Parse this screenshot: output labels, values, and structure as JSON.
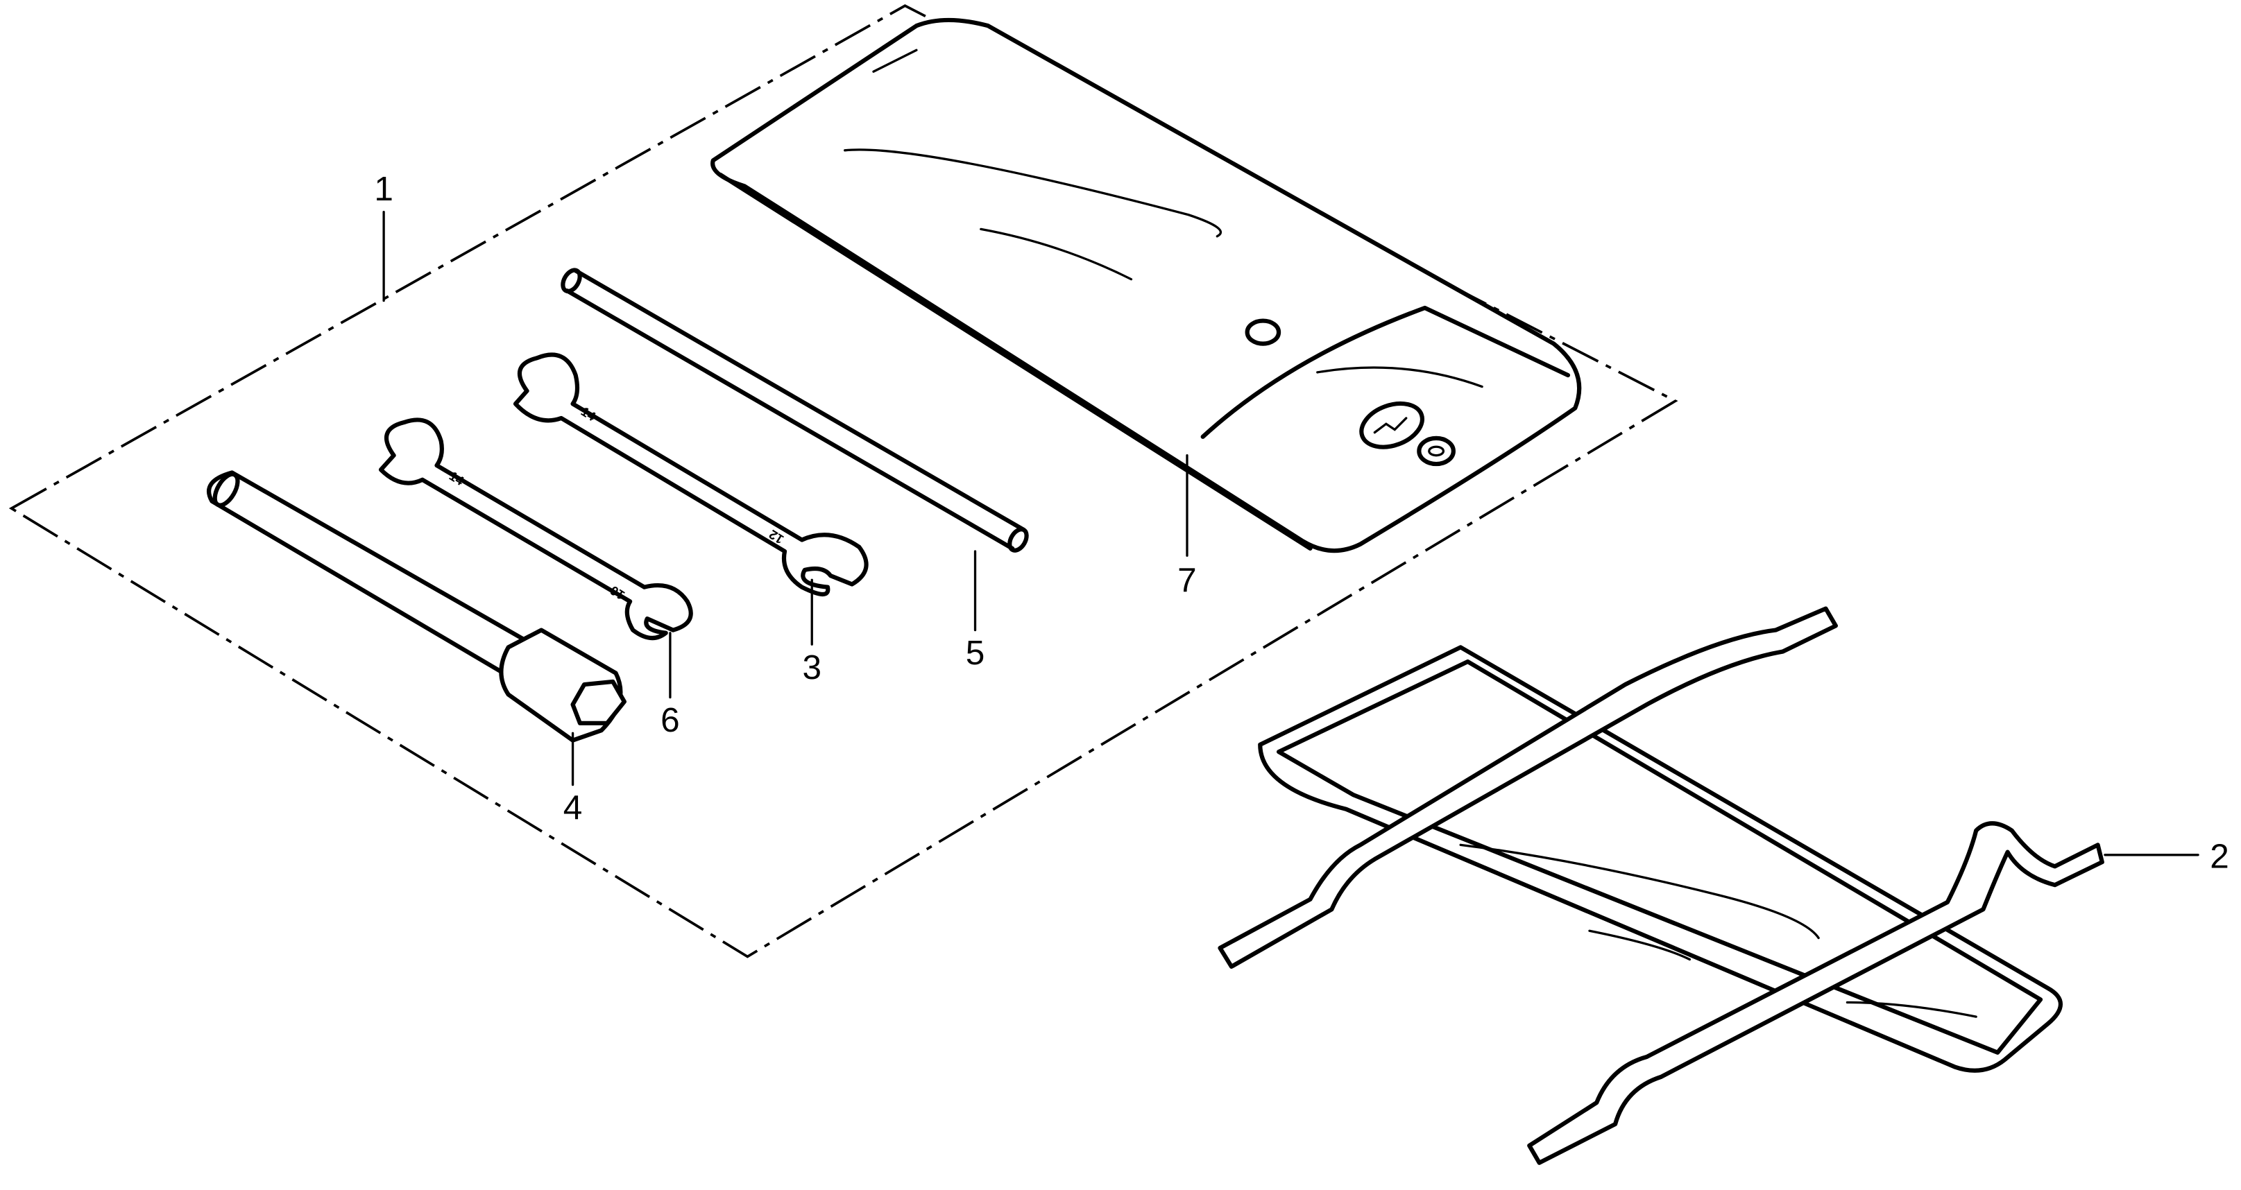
{
  "diagram": {
    "callouts": [
      {
        "id": "1",
        "label": "1"
      },
      {
        "id": "2",
        "label": "2"
      },
      {
        "id": "3",
        "label": "3"
      },
      {
        "id": "4",
        "label": "4"
      },
      {
        "id": "5",
        "label": "5"
      },
      {
        "id": "6",
        "label": "6"
      },
      {
        "id": "7",
        "label": "7"
      }
    ],
    "wrench_large": {
      "mark_a": "14",
      "mark_b": "12"
    },
    "wrench_small": {
      "mark_a": "14",
      "mark_b": "10"
    },
    "line_color": "#000000",
    "background": "#ffffff"
  }
}
